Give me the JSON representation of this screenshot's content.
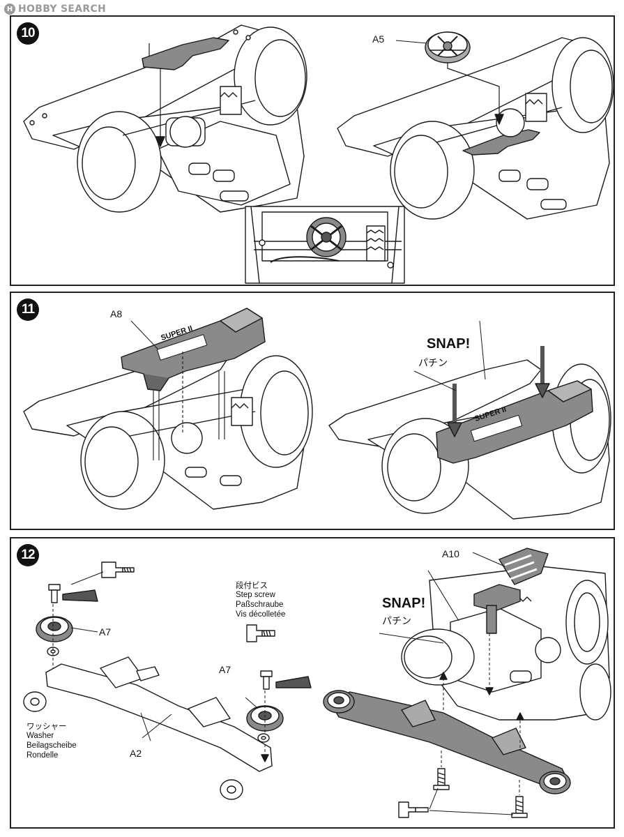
{
  "watermark": {
    "icon_text": "H",
    "text": "HOBBY SEARCH"
  },
  "steps": [
    {
      "number": "10",
      "part_label": "A5"
    },
    {
      "number": "11",
      "part_label": "A8",
      "snap_en": "SNAP!",
      "snap_ja": "パチン",
      "emboss_text": "SUPER II"
    },
    {
      "number": "12",
      "part_a7": "A7",
      "part_a7_b": "A7",
      "part_a2": "A2",
      "part_a10": "A10",
      "snap_en": "SNAP!",
      "snap_ja": "パチン",
      "washer": {
        "ja": "ワッシャー",
        "en": "Washer",
        "de": "Beilagscheibe",
        "fr": "Rondelle"
      },
      "step_screw": {
        "ja": "段付ビス",
        "en": "Step screw",
        "de": "Paßschraube",
        "fr": "Vis décolletée"
      }
    }
  ],
  "colors": {
    "part_gray": "#8a8a8a",
    "dark_gray": "#555555",
    "line": "#1a1a1a",
    "bg": "#ffffff"
  }
}
